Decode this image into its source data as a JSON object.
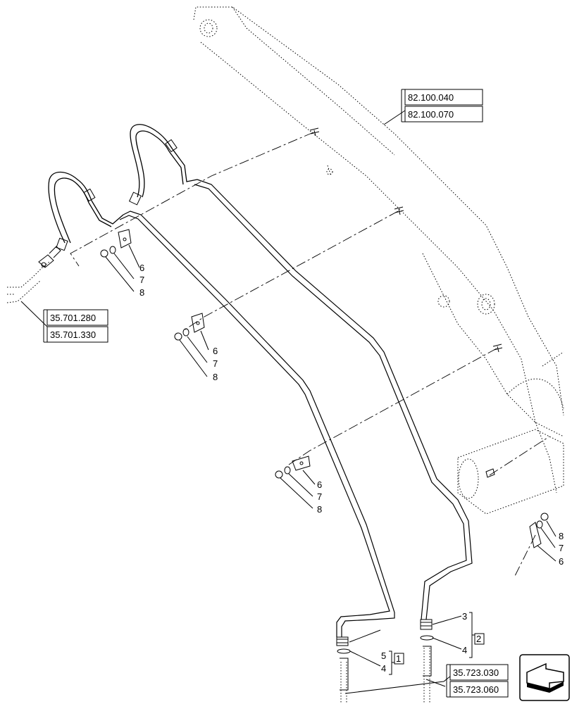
{
  "references": {
    "boom": [
      "82.100.040",
      "82.100.070"
    ],
    "valve": [
      "35.701.280",
      "35.701.330"
    ],
    "fitting": [
      "35.723.030",
      "35.723.060"
    ]
  },
  "callouts": {
    "six": "6",
    "seven": "7",
    "eight": "8",
    "three": "3",
    "four": "4",
    "five": "5",
    "group_one": "1",
    "group_two": "2"
  },
  "nav_icon": "next-page-arrow-icon"
}
